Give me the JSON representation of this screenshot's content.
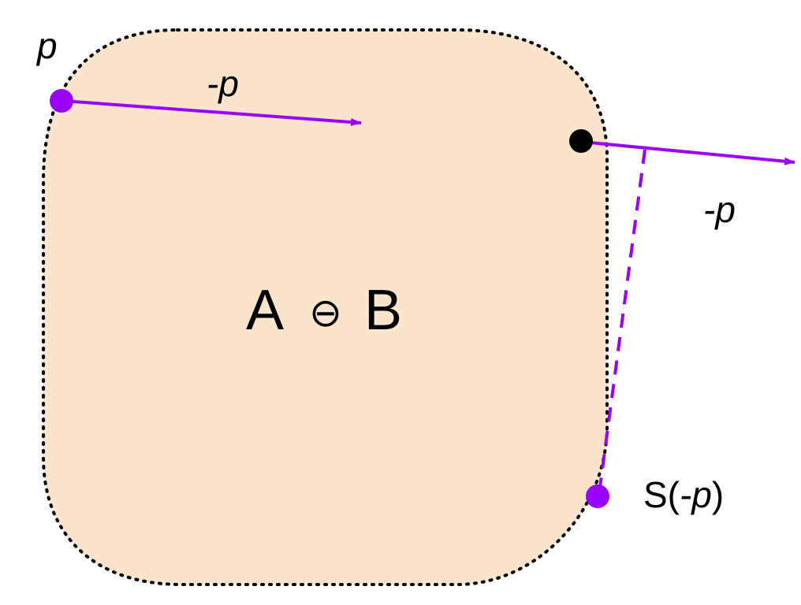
{
  "diagram": {
    "region_label_a": "A",
    "region_label_op": "⊖",
    "region_label_b": "B",
    "point_p_label": "p",
    "arrow1_label": "-p",
    "arrow2_label": "-p",
    "support_label_prefix": "S(",
    "support_label_arg": "-p",
    "support_label_suffix": ")"
  },
  "colors": {
    "region_fill": "#fae4cc",
    "outline": "#000000",
    "accent": "#9a00ff",
    "support_point": "#000000"
  }
}
